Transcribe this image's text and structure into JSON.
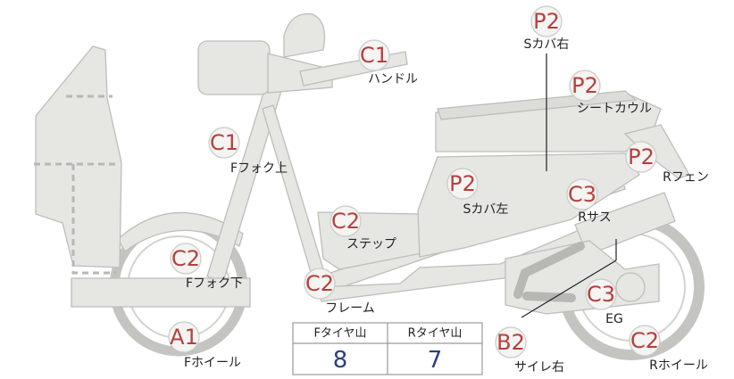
{
  "parts": [
    {
      "id": "cover_right",
      "grade": "P2",
      "label": "Sカバ右"
    },
    {
      "id": "handle",
      "grade": "C1",
      "label": "ハンドル"
    },
    {
      "id": "seat_cowl",
      "grade": "P2",
      "label": "シートカウル"
    },
    {
      "id": "fork_upper",
      "grade": "C1",
      "label": "Fフォク上"
    },
    {
      "id": "rear_fender",
      "grade": "P2",
      "label": "Rフェン"
    },
    {
      "id": "cover_left",
      "grade": "P2",
      "label": "Sカバ左"
    },
    {
      "id": "rear_sus",
      "grade": "C3",
      "label": "Rサス"
    },
    {
      "id": "step",
      "grade": "C2",
      "label": "ステップ"
    },
    {
      "id": "fork_lower",
      "grade": "C2",
      "label": "Fフォク下"
    },
    {
      "id": "frame",
      "grade": "C2",
      "label": "フレーム"
    },
    {
      "id": "engine",
      "grade": "C3",
      "label": "EG"
    },
    {
      "id": "front_wheel",
      "grade": "A1",
      "label": "Fホイール"
    },
    {
      "id": "silencer_right",
      "grade": "B2",
      "label": "サイレ右"
    },
    {
      "id": "rear_wheel",
      "grade": "C2",
      "label": "Rホイール"
    }
  ],
  "tire_table": {
    "front_header": "Fタイヤ山",
    "rear_header": "Rタイヤ山",
    "front_value": "8",
    "rear_value": "7"
  },
  "colors": {
    "grade_text": "#b5403d",
    "table_value": "#2b3f7a",
    "scooter_fill": "#e6e6e3",
    "scooter_stroke": "#bdbdba"
  }
}
